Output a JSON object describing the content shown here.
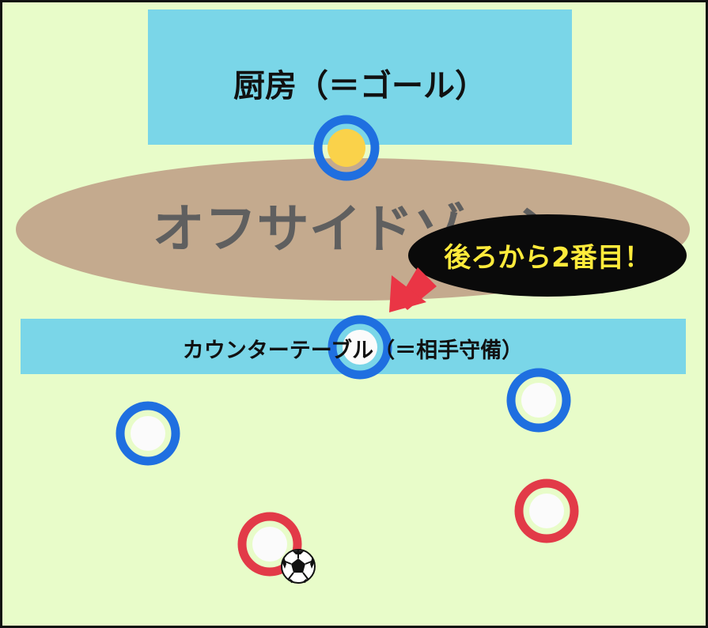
{
  "colors": {
    "field": "#e8fcc9",
    "border": "#111111",
    "zone_blue": "#7ad6e8",
    "offside_zone": "#c4aa8e",
    "offside_text": "#5f5f5f",
    "callout_bg": "#0a0a0a",
    "callout_text": "#ffeb3b",
    "arrow": "#ea3545",
    "defender_ring": "#1f6fe0",
    "attacker_ring": "#e23a48",
    "player_fill": "#fbfbfb",
    "keeper_fill": "#fad24a"
  },
  "labels": {
    "goal": "厨房（＝ゴール）",
    "offside": "オフサイドゾーン",
    "callout": "後ろから2番目！",
    "counter": "カウンターテーブル（＝相手守備）"
  },
  "icons": {
    "ball": "soccer-ball-icon",
    "arrow": "arrow-icon"
  }
}
